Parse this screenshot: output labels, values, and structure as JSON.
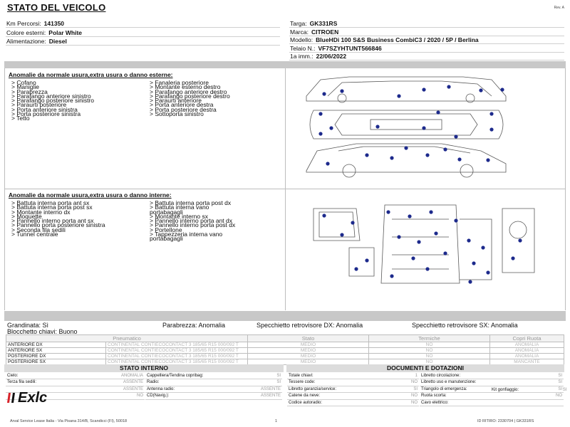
{
  "header": {
    "title": "STATO DEL VEICOLO",
    "revision": "Rev. A"
  },
  "vehicle_left": [
    {
      "label": "Km Percorsi:",
      "value": "141350"
    },
    {
      "label": "Colore esterni:",
      "value": "Polar White"
    },
    {
      "label": "Alimentazione:",
      "value": "Diesel"
    }
  ],
  "vehicle_right": [
    {
      "label": "Targa:",
      "value": "GK331RS"
    },
    {
      "label": "Marca:",
      "value": "CITROEN"
    },
    {
      "label": "Modello:",
      "value": "BlueHDi 100 S&S Business CombiC3 / 2020 / 5P / Berlina"
    },
    {
      "label": "Telaio N.:",
      "value": "VF7SZYHTUNT566846"
    },
    {
      "label": "1a imm.:",
      "value": "22/06/2022"
    }
  ],
  "external": {
    "heading": "Anomalie da normale usura,extra usura o danno esterne:",
    "col1": [
      "> Cofano",
      "> Maniglie",
      "> Parabrezza",
      "> Parafango anteriore sinistro",
      "> Parafango posteriore sinistro",
      "> Paraurti posteriore",
      "> Porta anteriore sinistra",
      "> Porta posteriore sinistra",
      "> Tetto"
    ],
    "col2": [
      "> Fanaleria posteriore",
      "> Montante esterno destro",
      "> Parafango anteriore destro",
      "> Parafango posteriore destro",
      "> Paraurti anteriore",
      "> Porta anteriore destra",
      "> Porta posteriore destra",
      "> Sottoporta sinistro"
    ]
  },
  "internal": {
    "heading": "Anomalie da normale usura,extra usura o danno interne:",
    "col1": [
      "> Battuta interna porta ant sx",
      "> Battuta interna porta post sx",
      "> Montante interno dx",
      "> Moquette",
      "> Pannello interno porta ant sx",
      "> Pannello porta posteriore sinistra",
      "> Seconda fila sedili",
      "> Tunnel centrale"
    ],
    "col2": [
      "> Battuta interna porta post dx",
      "> Battuta interna vano",
      "portabagagli",
      "> Montante interno sx",
      "> Pannello interno porta ant dx",
      "> Pannello interno porta post dx",
      "> Portellone",
      "> Tappezzeria interna vano",
      "portabagagli"
    ]
  },
  "status_line": {
    "grandinata": "Grandinata: Sì",
    "parabrezza": "Parabrezza: Anomalia",
    "specchietto_dx": "Specchietto retrovisore DX: Anomalia",
    "specchietto_sx": "Specchietto retrovisore SX: Anomalia",
    "bloccheto": "Blocchetto chiavi: Buono"
  },
  "tyres": {
    "headers": [
      "Pneumatico",
      "Stato",
      "Termiche",
      "Copri Ruota"
    ],
    "rows": [
      {
        "pos": "ANTERIORE DX",
        "tyre": "CONTINENTAL CONTIECOCONTACT 3 185/65 R15 000/092 T",
        "state": "MEDIO",
        "thermal": "NO",
        "cover": "ANOMALIA"
      },
      {
        "pos": "ANTERIORE SX",
        "tyre": "CONTINENTAL CONTIECOCONTACT 3 185/65 R15 000/092 T",
        "state": "MEDIO",
        "thermal": "NO",
        "cover": "ANOMALIA"
      },
      {
        "pos": "POSTERIORE DX",
        "tyre": "CONTINENTAL CONTIECOCONTACT 3 185/65 R15 000/092 T",
        "state": "MEDIO",
        "thermal": "NO",
        "cover": "ANOMALIA"
      },
      {
        "pos": "POSTERIORE SX",
        "tyre": "CONTINENTAL CONTIECOCONTACT 3 185/65 R15 000/092 T",
        "state": "MEDIO",
        "thermal": "NO",
        "cover": "MANCANTE"
      }
    ]
  },
  "stato_interno": {
    "title": "STATO INTERNO",
    "left": [
      {
        "label": "Cielo:",
        "value": "ANOMALIA"
      },
      {
        "label": "Terza fila sedili:",
        "value": "ASSENTE"
      },
      {
        "label": "",
        "value": "ASSENTE"
      },
      {
        "label": "",
        "value": "NO"
      }
    ],
    "right": [
      {
        "label": "Cappelliera/Tendina copribag:",
        "value": "SI"
      },
      {
        "label": "Radio:",
        "value": "SI"
      },
      {
        "label": "Antenna radio:",
        "value": "ASSENTE"
      },
      {
        "label": "CD(Navig.):",
        "value": "ASSENTE"
      }
    ]
  },
  "documenti": {
    "title": "DOCUMENTI E DOTAZIONI",
    "left": [
      {
        "label": "Totale chiavi:",
        "value": "1"
      },
      {
        "label": "Tessere code:",
        "value": "NO"
      },
      {
        "label": "Libretto garanzia/service:",
        "value": "SI"
      },
      {
        "label": "Catene da neve:",
        "value": "NO"
      },
      {
        "label": "Codice autoradio:",
        "value": "NO"
      }
    ],
    "right": [
      {
        "label": "Libretto circolazione:",
        "value": "SI"
      },
      {
        "label": "Libretto uso e manutenzione:",
        "value": "SI"
      },
      {
        "label": "Triangolo di emergenza:",
        "value": "SI"
      },
      {
        "label": "Ruota scorta:",
        "value": "NO"
      },
      {
        "label": "Cavo elettrico:",
        "value": ""
      }
    ],
    "extra_label": "Kit gonfiaggio:",
    "extra_value": "SI"
  },
  "logo": {
    "text": "Exlc",
    "accent": "#d8232a"
  },
  "footer": {
    "company": "Arval Service Lease Italia - Via Pisana 314/B, Scandicci (FI), 50018",
    "page": "1",
    "ritiro": "ID RITIRO: 2330704 | GK331RS"
  },
  "colors": {
    "band": "#c8c8c8",
    "dot": "#1d2a8c",
    "header_grey": "#dcdcdc"
  }
}
